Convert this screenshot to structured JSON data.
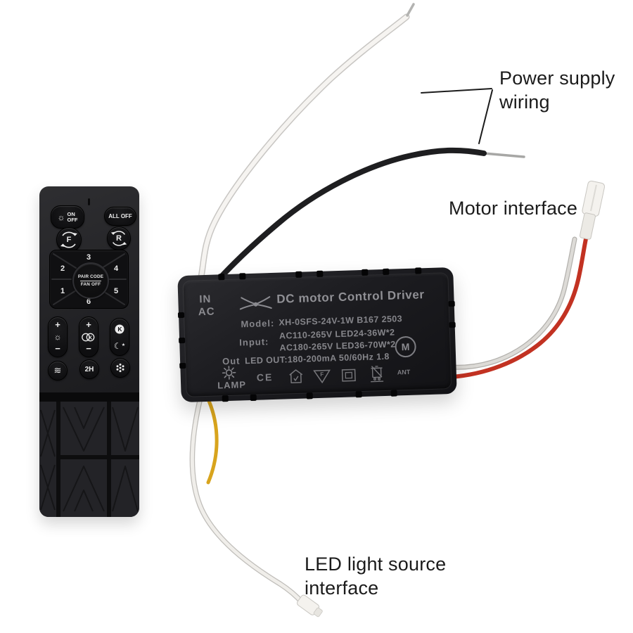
{
  "annotations": {
    "power_supply": {
      "line1": "Power supply",
      "line2": "wiring"
    },
    "motor": "Motor interface",
    "led": {
      "line1": "LED light source",
      "line2": "interface"
    }
  },
  "remote": {
    "power": {
      "on": "ON",
      "off": "OFF"
    },
    "all_off": "ALL OFF",
    "fan_forward": "F",
    "fan_reverse": "R",
    "keypad": {
      "n1": "1",
      "n2": "2",
      "n3": "3",
      "n4": "4",
      "n5": "5",
      "n6": "6",
      "center_top": "PAIR CODE",
      "center_bottom": "FAN OFF"
    },
    "brightness": {
      "plus": "+",
      "minus": "−"
    },
    "color_temp": {
      "plus": "+",
      "minus": "−",
      "k": "K"
    },
    "night_k": "K",
    "timer": "2H"
  },
  "driver": {
    "in": "IN",
    "ac": "AC",
    "title": "DC motor Control Driver",
    "model_label": "Model:",
    "model_value": "XH-0SFS-24V-1W  B167  2503",
    "input_label": "Input:",
    "input_line1": "AC110-265V LED24-36W*2",
    "input_line2": "AC180-265V LED36-70W*2",
    "out_label": "Out",
    "lamp_label": "LAMP",
    "led_out": "LED OUT:180-200mA  50/60Hz 1.8",
    "ce": "CE",
    "triangle_mark": "F",
    "ant": "ANT",
    "motor_mark": "M"
  },
  "icons": {
    "sun": "☼",
    "moon": "☾",
    "star": "★",
    "wave": "≋"
  },
  "colors": {
    "wire_white": "#f6f4f1",
    "wire_black": "#1e1e20",
    "wire_red": "#c23222",
    "wire_gray": "#dddbd7",
    "wire_yellow": "#d8a41d",
    "connector": "#f4f2ee",
    "label_text": "#1b1b1b",
    "box_text": "#8b8b90"
  }
}
